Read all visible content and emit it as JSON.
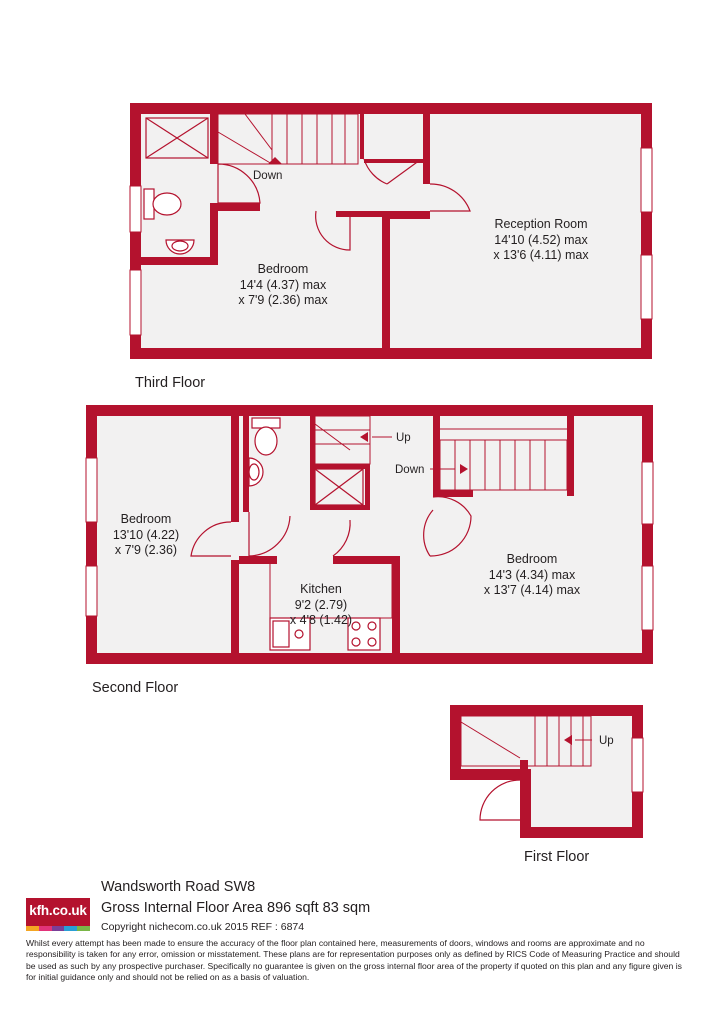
{
  "colors": {
    "wall": "#b4122e",
    "floor_fill": "#f2f1f1",
    "fixture": "#b4122e",
    "stripes": [
      "#f4a623",
      "#e2337a",
      "#7a3f98",
      "#2a9fd6",
      "#7ab648"
    ]
  },
  "third_floor": {
    "label": "Third Floor",
    "reception": {
      "name": "Reception Room",
      "dim1": "14'10 (4.52) max",
      "dim2": "x 13'6 (4.11) max"
    },
    "bedroom": {
      "name": "Bedroom",
      "dim1": "14'4 (4.37) max",
      "dim2": "x 7'9 (2.36) max"
    },
    "stair_label": "Down"
  },
  "second_floor": {
    "label": "Second Floor",
    "bedroom_left": {
      "name": "Bedroom",
      "dim1": "13'10 (4.22)",
      "dim2": "x 7'9 (2.36)"
    },
    "kitchen": {
      "name": "Kitchen",
      "dim1": "9'2 (2.79)",
      "dim2": "x 4'8 (1.42)"
    },
    "bedroom_right": {
      "name": "Bedroom",
      "dim1": "14'3 (4.34) max",
      "dim2": "x 13'7 (4.14) max"
    },
    "up_label": "Up",
    "down_label": "Down"
  },
  "first_floor": {
    "label": "First Floor",
    "up_label": "Up"
  },
  "footer": {
    "logo_text": "kfh.co.uk",
    "title": "Wandsworth Road SW8",
    "area": "Gross Internal Floor Area 896 sqft 83 sqm",
    "copyright": "Copyright nichecom.co.uk 2015 REF : 6874",
    "disclaimer": "Whilst every attempt has been made to ensure the accuracy of the floor plan contained here, measurements of doors, windows and rooms are approximate and no responsibility is taken for any error, omission or misstatement. These plans are for representation purposes only as defined by RICS Code of Measuring Practice and should be used as such by any prospective purchaser. Specifically no guarantee is given on the gross internal floor area of the property if quoted on this plan and any figure given is for initial guidance only and should not be relied on as a basis of valuation."
  }
}
